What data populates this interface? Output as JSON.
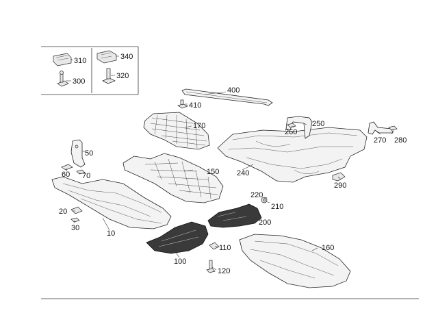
{
  "callouts": {
    "c10": "10",
    "c20": "20",
    "c30": "30",
    "c50": "50",
    "c60": "60",
    "c70": "70",
    "c100": "100",
    "c110": "110",
    "c120": "120",
    "c150": "150",
    "c160": "160",
    "c170": "170",
    "c200": "200",
    "c210": "210",
    "c220": "220",
    "c240": "240",
    "c250": "250",
    "c260": "260",
    "c270": "270",
    "c280": "280",
    "c290": "290",
    "c300": "300",
    "c310": "310",
    "c320": "320",
    "c340": "340",
    "c400": "400",
    "c410": "410"
  }
}
